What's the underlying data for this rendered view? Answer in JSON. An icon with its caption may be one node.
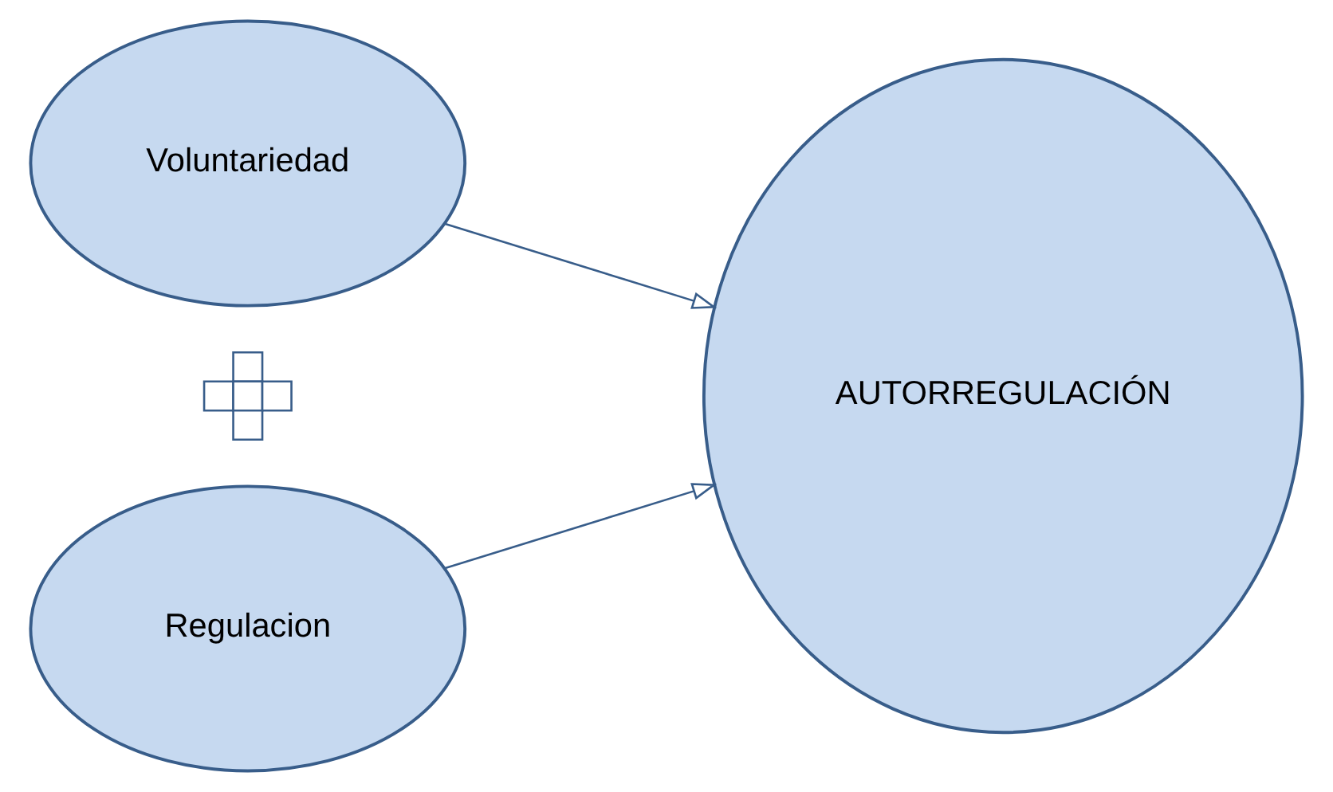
{
  "diagram": {
    "nodes": [
      {
        "text": [
          "Voluntariedad"
        ]
      },
      {
        "text": [],
        "shape": "plus"
      },
      {
        "text": [
          "Regulacion"
        ]
      },
      {
        "text": [
          "AUTORREGULACIÓN"
        ]
      }
    ],
    "edges": [
      {
        "from": 0,
        "to": 3,
        "arrow": "to"
      },
      {
        "from": 2,
        "to": 3,
        "arrow": "to"
      }
    ]
  }
}
